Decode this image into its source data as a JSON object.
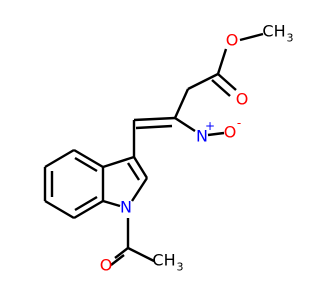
{
  "colors": {
    "background": "#ffffff",
    "carbon_bond": "#000000",
    "oxygen": "#ff0000",
    "nitrogen": "#0000ff"
  },
  "atoms": {
    "ester_o_single": "O",
    "ester_methyl_c": "CH",
    "ester_methyl_sub": "3",
    "ester_o_double": "O",
    "nitro_n": "N",
    "nitro_n_charge": "+",
    "nitro_o_minus": "O",
    "nitro_o_charge": "-",
    "indole_n": "N",
    "acetyl_o": "O",
    "acetyl_methyl_c": "CH",
    "acetyl_methyl_sub": "3"
  }
}
